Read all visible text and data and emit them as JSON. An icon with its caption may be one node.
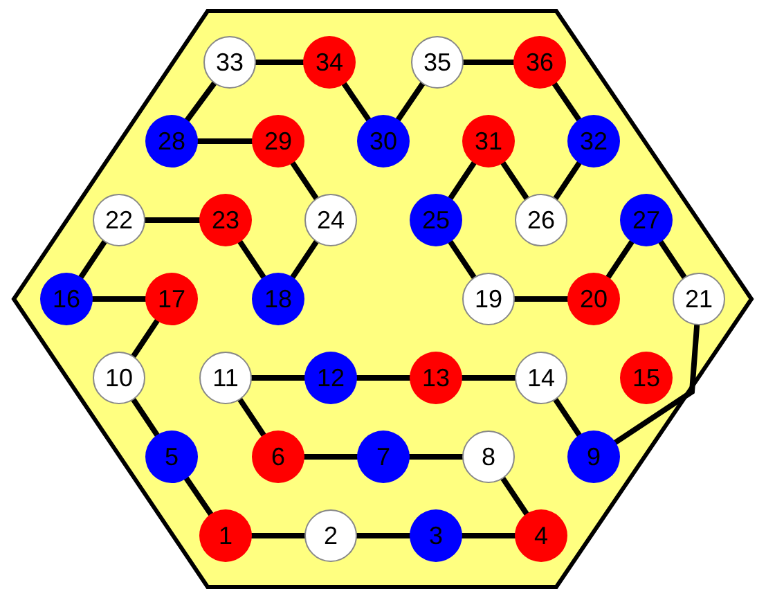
{
  "diagram": {
    "nodes": [
      {
        "text": [
          "33"
        ]
      },
      {
        "text": [
          "34"
        ]
      },
      {
        "text": [
          "35"
        ]
      },
      {
        "text": [
          "36"
        ]
      },
      {
        "text": [
          "28"
        ]
      },
      {
        "text": [
          "29"
        ]
      },
      {
        "text": [
          "30"
        ]
      },
      {
        "text": [
          "31"
        ]
      },
      {
        "text": [
          "32"
        ]
      },
      {
        "text": [
          "22"
        ]
      },
      {
        "text": [
          "23"
        ]
      },
      {
        "text": [
          "24"
        ]
      },
      {
        "text": [
          "25"
        ]
      },
      {
        "text": [
          "26"
        ]
      },
      {
        "text": [
          "27"
        ]
      },
      {
        "text": [
          "16"
        ]
      },
      {
        "text": [
          "17"
        ]
      },
      {
        "text": [
          "18"
        ]
      },
      {
        "text": [
          "19"
        ]
      },
      {
        "text": [
          "20"
        ]
      },
      {
        "text": [
          "21"
        ]
      },
      {
        "text": [
          "10"
        ]
      },
      {
        "text": [
          "11"
        ]
      },
      {
        "text": [
          "12"
        ]
      },
      {
        "text": [
          "13"
        ]
      },
      {
        "text": [
          "14"
        ]
      },
      {
        "text": [
          "15"
        ]
      },
      {
        "text": [
          "5"
        ]
      },
      {
        "text": [
          "6"
        ]
      },
      {
        "text": [
          "7"
        ]
      },
      {
        "text": [
          "8"
        ]
      },
      {
        "text": [
          "9"
        ]
      },
      {
        "text": [
          "1"
        ]
      },
      {
        "text": [
          "2"
        ]
      },
      {
        "text": [
          "3"
        ]
      },
      {
        "text": [
          "4"
        ]
      }
    ],
    "edges": [
      {
        "from": 35,
        "to": 34,
        "arrow": "none"
      },
      {
        "from": 34,
        "to": 33,
        "arrow": "none"
      },
      {
        "from": 33,
        "to": 32,
        "arrow": "none"
      },
      {
        "from": 32,
        "to": 27,
        "arrow": "none"
      },
      {
        "from": 27,
        "to": 21,
        "arrow": "none"
      },
      {
        "from": 21,
        "to": 16,
        "arrow": "none"
      },
      {
        "from": 16,
        "to": 15,
        "arrow": "none"
      },
      {
        "from": 15,
        "to": 9,
        "arrow": "none"
      },
      {
        "from": 9,
        "to": 10,
        "arrow": "none"
      },
      {
        "from": 10,
        "to": 17,
        "arrow": "none"
      },
      {
        "from": 17,
        "to": 11,
        "arrow": "none"
      },
      {
        "from": 11,
        "to": 5,
        "arrow": "none"
      },
      {
        "from": 5,
        "to": 4,
        "arrow": "none"
      },
      {
        "from": 4,
        "to": 0,
        "arrow": "none"
      },
      {
        "from": 0,
        "to": 1,
        "arrow": "none"
      },
      {
        "from": 1,
        "to": 6,
        "arrow": "none"
      },
      {
        "from": 6,
        "to": 2,
        "arrow": "none"
      },
      {
        "from": 2,
        "to": 3,
        "arrow": "none"
      },
      {
        "from": 3,
        "to": 8,
        "arrow": "none"
      },
      {
        "from": 8,
        "to": 13,
        "arrow": "none"
      },
      {
        "from": 13,
        "to": 7,
        "arrow": "none"
      },
      {
        "from": 7,
        "to": 12,
        "arrow": "none"
      },
      {
        "from": 12,
        "to": 18,
        "arrow": "none"
      },
      {
        "from": 18,
        "to": 19,
        "arrow": "none"
      },
      {
        "from": 19,
        "to": 14,
        "arrow": "none"
      },
      {
        "from": 14,
        "to": 20,
        "arrow": "none"
      },
      {
        "from": 20,
        "to": 31,
        "arrow": "none"
      },
      {
        "from": 31,
        "to": 25,
        "arrow": "none"
      },
      {
        "from": 25,
        "to": 24,
        "arrow": "none"
      },
      {
        "from": 24,
        "to": 23,
        "arrow": "none"
      },
      {
        "from": 23,
        "to": 22,
        "arrow": "none"
      },
      {
        "from": 22,
        "to": 28,
        "arrow": "none"
      },
      {
        "from": 28,
        "to": 29,
        "arrow": "none"
      },
      {
        "from": 29,
        "to": 30,
        "arrow": "none"
      },
      {
        "from": 30,
        "to": 35,
        "arrow": "none"
      }
    ]
  }
}
